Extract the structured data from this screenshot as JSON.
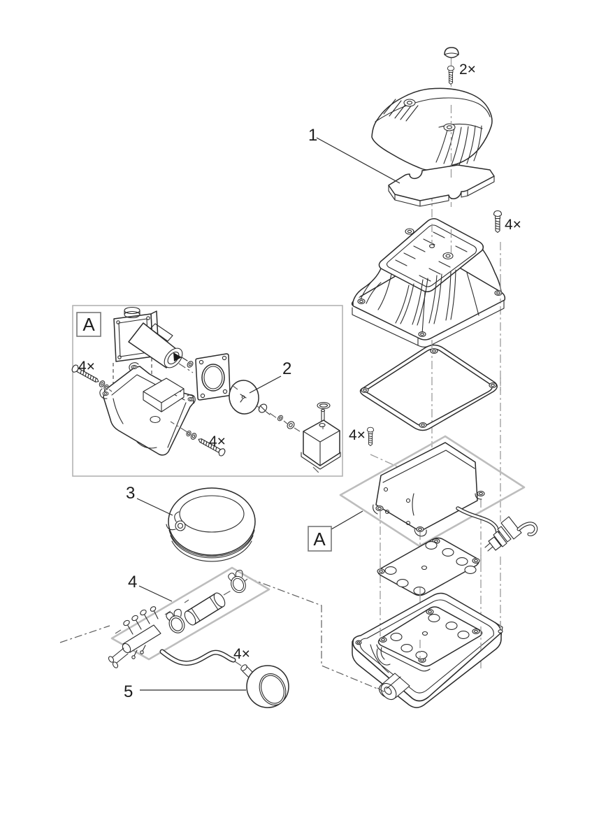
{
  "colors": {
    "background": "#ffffff",
    "line": "#2b2b2b",
    "centerline": "#9c9c9c",
    "ghost_outline": "#bdbdbd"
  },
  "callouts": {
    "part_1": "1",
    "part_2": "2",
    "part_3": "3",
    "part_4": "4",
    "part_5": "5",
    "detail_box_label": "A",
    "detail_ref_label": "A"
  },
  "quantities": {
    "cover_screws": "2×",
    "housing_screws": "4×",
    "pump_unit_screws": "4×",
    "detail_screws_left": "4×",
    "detail_screws_right": "4×",
    "diffuser_count": "4×"
  }
}
